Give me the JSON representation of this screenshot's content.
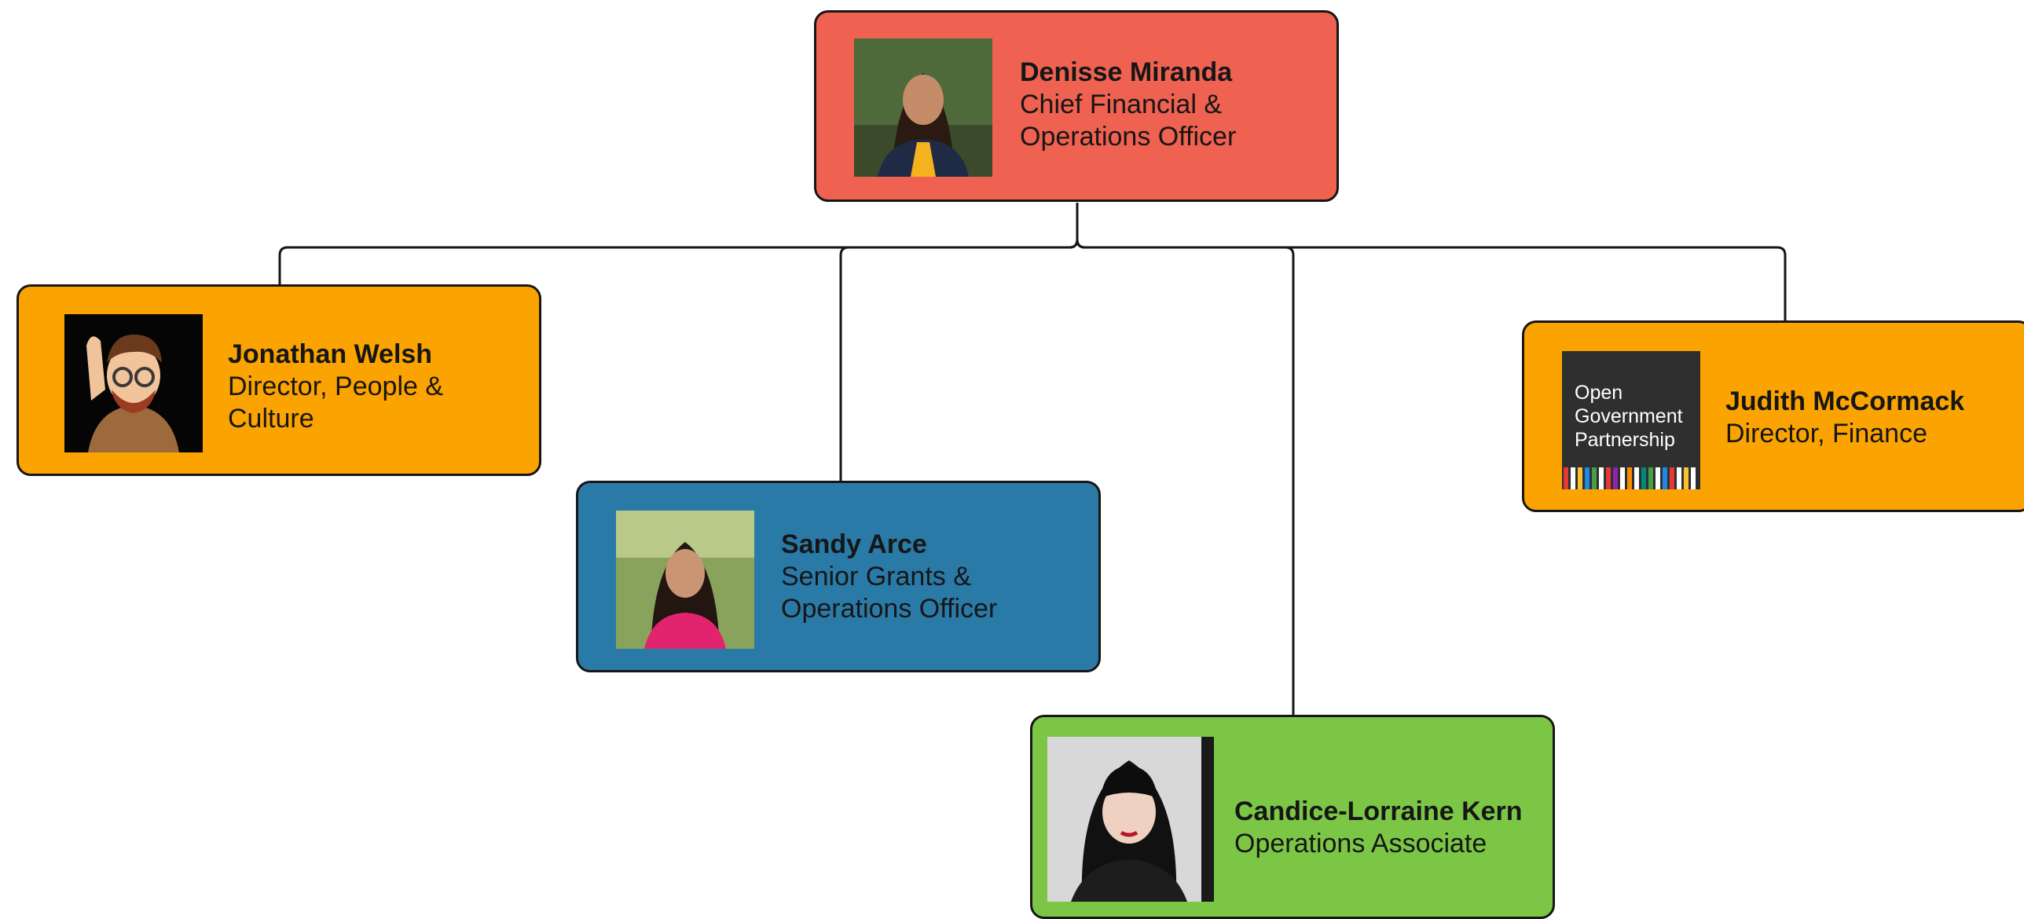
{
  "colors": {
    "root": "#EF6150",
    "director": "#FBA300",
    "senior": "#2A7AA8",
    "associate": "#7CC645",
    "line": "#161616"
  },
  "people": {
    "root": {
      "name": "Denisse Miranda",
      "title_lines": [
        "Chief Financial &",
        "Operations Officer"
      ],
      "photo": "portrait-photo"
    },
    "jonathan": {
      "name": "Jonathan Welsh",
      "title_lines": [
        "Director, People &",
        "Culture"
      ],
      "photo": "memoji-avatar"
    },
    "sandy": {
      "name": "Sandy Arce",
      "title_lines": [
        "Senior Grants &",
        "Operations Officer"
      ],
      "photo": "portrait-photo"
    },
    "judith": {
      "name": "Judith McCormack",
      "title_lines": [
        "Director, Finance"
      ],
      "photo": "ogp-logo"
    },
    "candice": {
      "name": "Candice-Lorraine Kern",
      "title_lines": [
        "Operations Associate"
      ],
      "photo": "portrait-photo"
    }
  },
  "logo": {
    "lines": [
      "Open",
      "Government",
      "Partnership"
    ]
  }
}
